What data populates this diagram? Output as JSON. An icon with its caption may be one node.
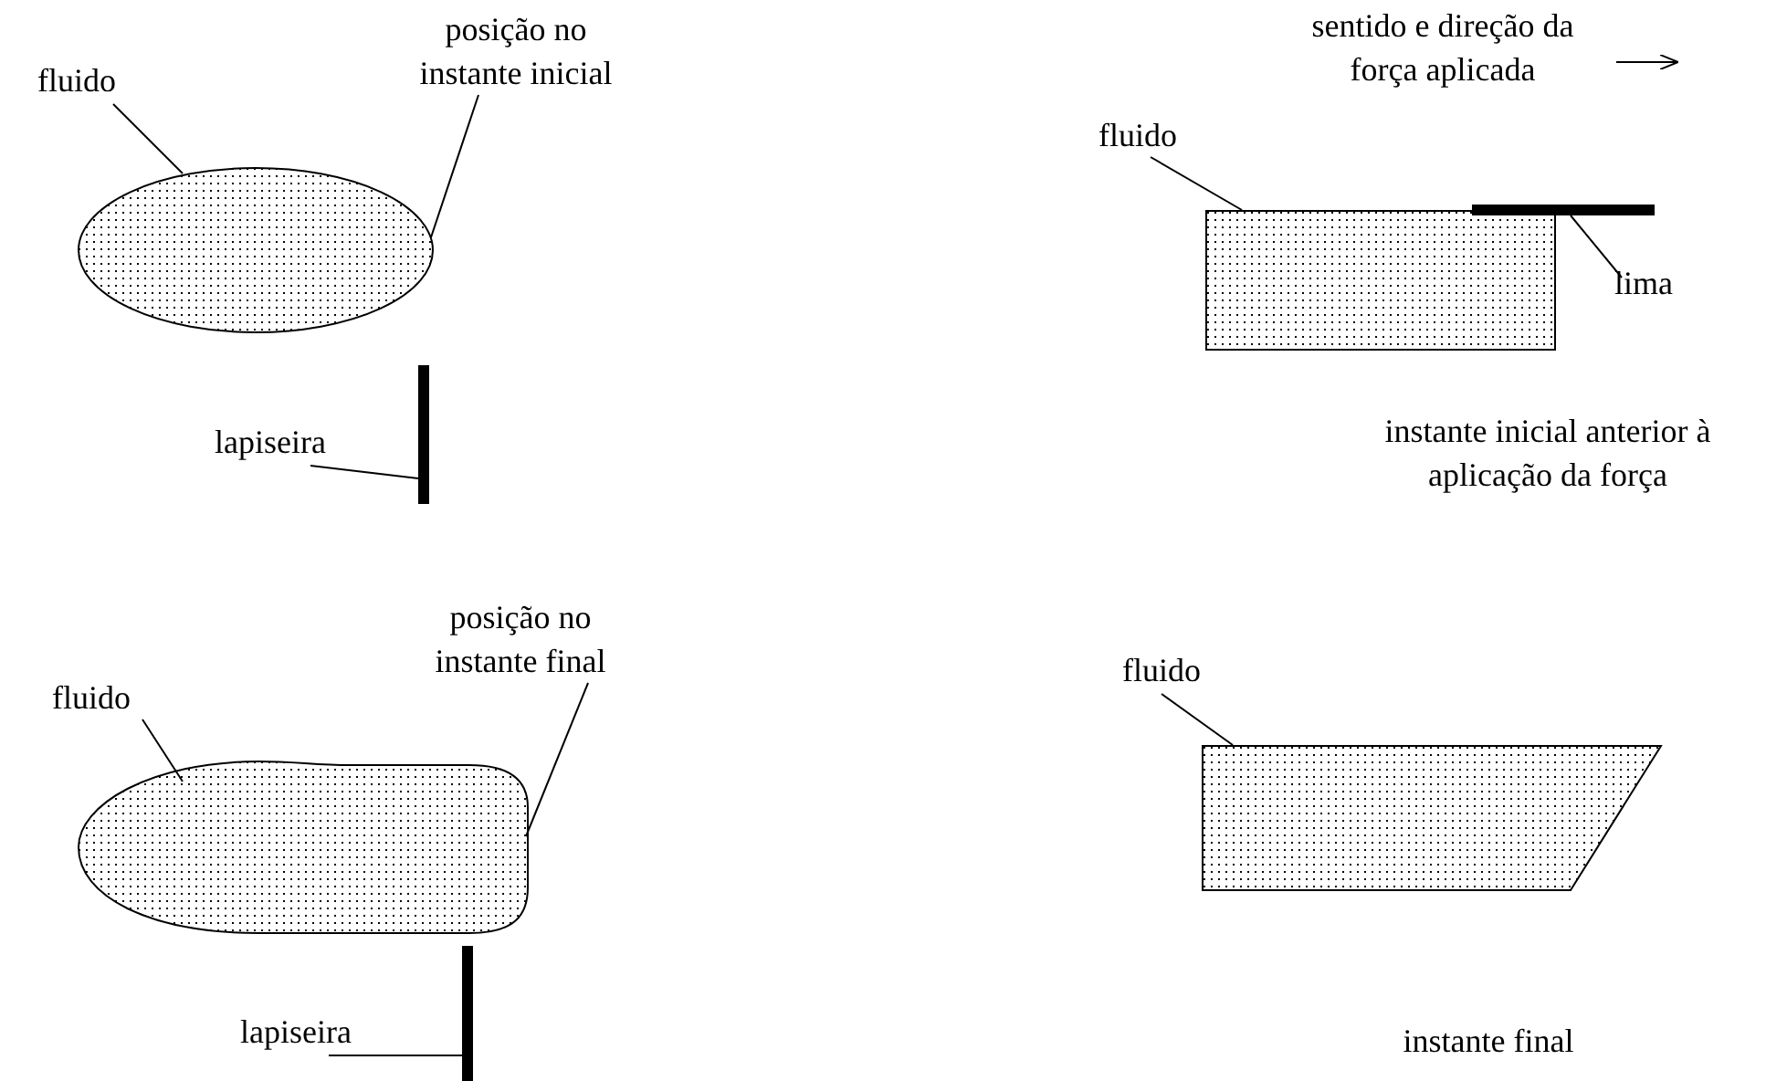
{
  "diagram": {
    "nodes": [
      {
        "text": [
          "fluido"
        ]
      },
      {
        "text": [],
        "shape": "ellipse"
      },
      {
        "text": [
          "posição no instante inicial"
        ]
      },
      {
        "text": [
          "lapiseira"
        ]
      },
      {
        "text": [],
        "shape": "bar"
      },
      {
        "text": [
          "fluido"
        ]
      },
      {
        "text": [],
        "shape": "blob"
      },
      {
        "text": [
          "posição no instante final"
        ]
      },
      {
        "text": [
          "lapiseira"
        ]
      },
      {
        "text": [],
        "shape": "bar"
      },
      {
        "text": [
          "fluido"
        ]
      },
      {
        "text": [],
        "shape": "box"
      },
      {
        "text": [],
        "shape": "bar"
      },
      {
        "text": [
          "lima"
        ]
      },
      {
        "text": [
          "fluido"
        ]
      },
      {
        "text": [],
        "shape": "trapezoid"
      }
    ],
    "edges": [
      {
        "from": 0,
        "to": 1,
        "arrow": "none"
      },
      {
        "from": 2,
        "to": 1,
        "arrow": "none"
      },
      {
        "from": 3,
        "to": 4,
        "arrow": "none"
      },
      {
        "from": 5,
        "to": 6,
        "arrow": "none"
      },
      {
        "from": 7,
        "to": 6,
        "arrow": "none"
      },
      {
        "from": 8,
        "to": 9,
        "arrow": "none"
      },
      {
        "from": 10,
        "to": 11,
        "arrow": "none"
      },
      {
        "from": 13,
        "to": 12,
        "arrow": "none"
      },
      {
        "from": 14,
        "to": 15,
        "arrow": "none"
      }
    ],
    "labels": [
      "sentido e direção da força aplicada",
      "instante inicial anterior à aplicação da força",
      "instante final"
    ]
  }
}
